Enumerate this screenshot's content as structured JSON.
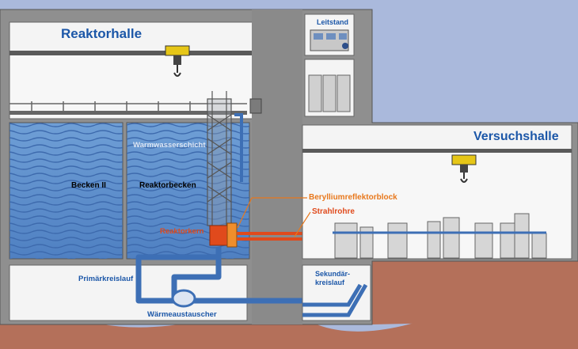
{
  "title": "Reaktorhalle",
  "hall_right": "Versuchshalle",
  "control_room": "Leitstand",
  "labels": {
    "pool2": "Becken II",
    "reactor_pool": "Reaktorbecken",
    "warm_layer": "Warmwasserschicht",
    "core": "Reaktorkern",
    "reflector": "Berylliumreflektorblock",
    "beam_tubes": "Strahlrohre",
    "primary": "Primärkreislauf",
    "heat_exchanger": "Wärmeaustauscher",
    "secondary_1": "Sekundär-",
    "secondary_2": "kreislauf"
  },
  "colors": {
    "title_blue": "#1c57a8",
    "label_orange": "#e8781c",
    "core_red": "#e04a1c",
    "water": "#5a8ccc",
    "wall_gray": "#8f8f8f",
    "ground": "#b4705a",
    "pipe_blue": "#3d6fb5"
  }
}
